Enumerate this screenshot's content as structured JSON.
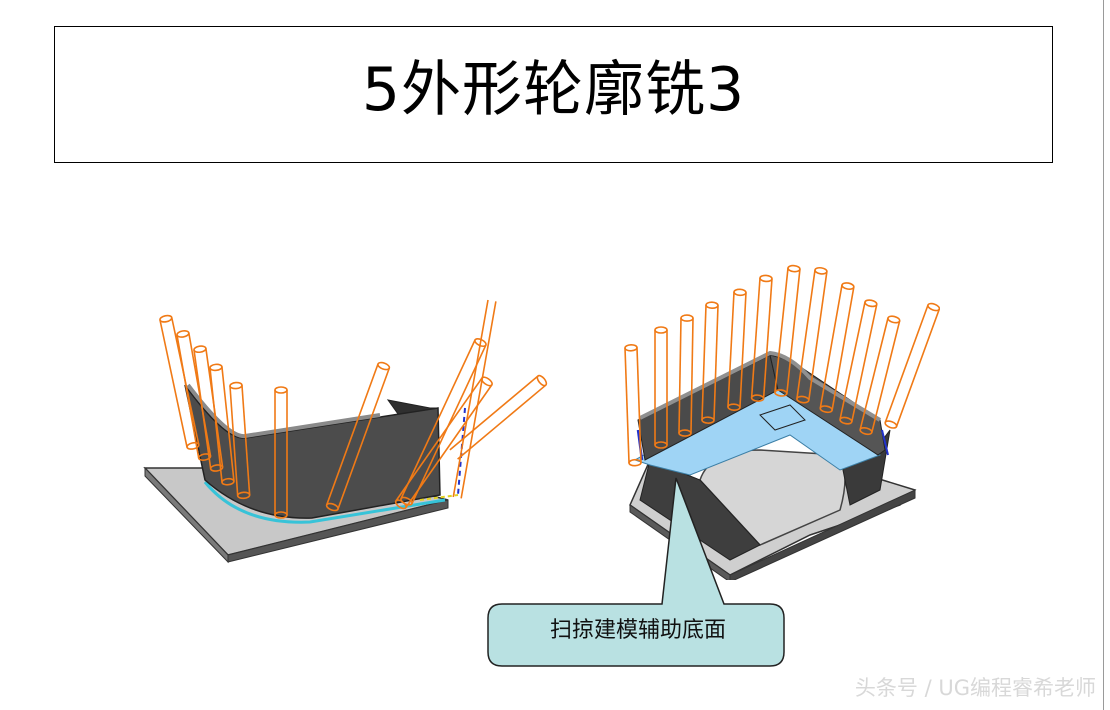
{
  "slide": {
    "title": "5外形轮廓铣3",
    "callout": "扫掠建模辅助底面",
    "watermark": "头条号 / UG编程睿希老师"
  }
}
